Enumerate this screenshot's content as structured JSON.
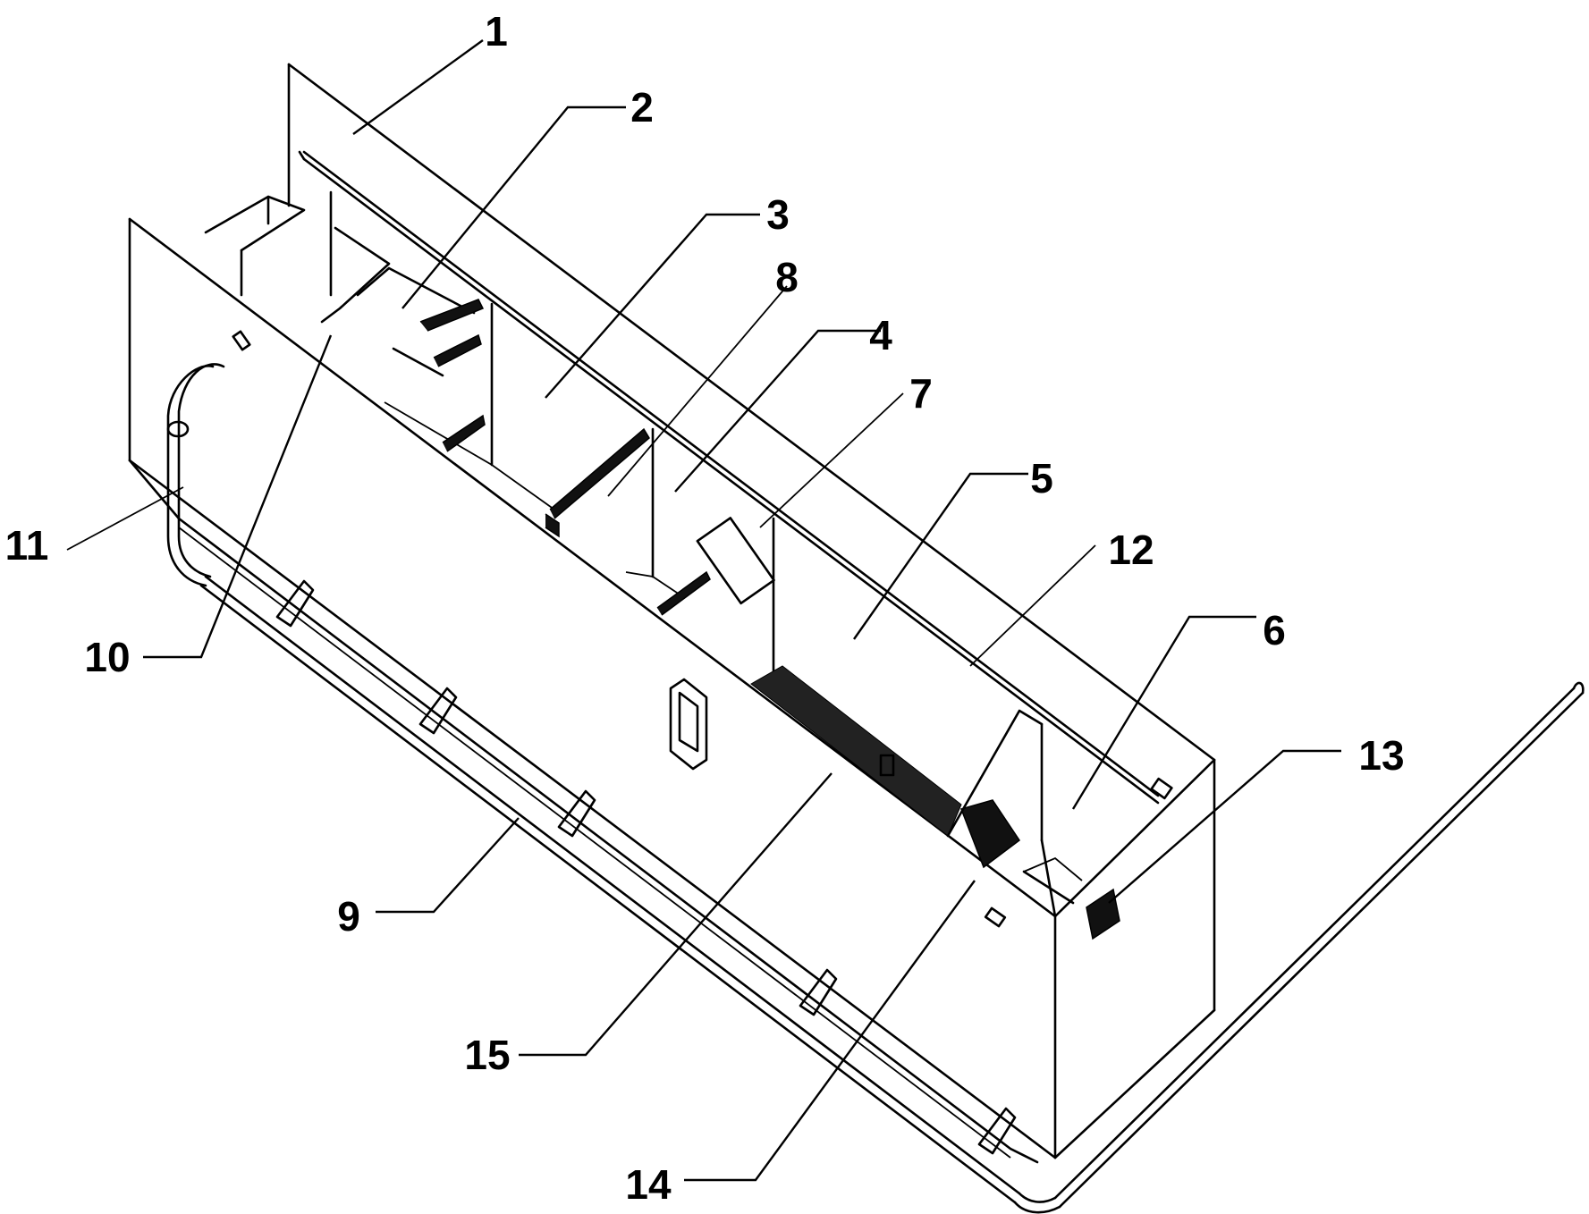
{
  "figure": {
    "callouts": [
      {
        "id": "c1",
        "text": "1"
      },
      {
        "id": "c2",
        "text": "2"
      },
      {
        "id": "c3",
        "text": "3"
      },
      {
        "id": "c4",
        "text": "4"
      },
      {
        "id": "c5",
        "text": "5"
      },
      {
        "id": "c6",
        "text": "6"
      },
      {
        "id": "c7",
        "text": "7"
      },
      {
        "id": "c8",
        "text": "8"
      },
      {
        "id": "c9",
        "text": "9"
      },
      {
        "id": "c10",
        "text": "10"
      },
      {
        "id": "c11",
        "text": "11"
      },
      {
        "id": "c12",
        "text": "12"
      },
      {
        "id": "c13",
        "text": "13"
      },
      {
        "id": "c14",
        "text": "14"
      },
      {
        "id": "c15",
        "text": "15"
      }
    ],
    "line_color": "#000000",
    "background": "#ffffff"
  }
}
